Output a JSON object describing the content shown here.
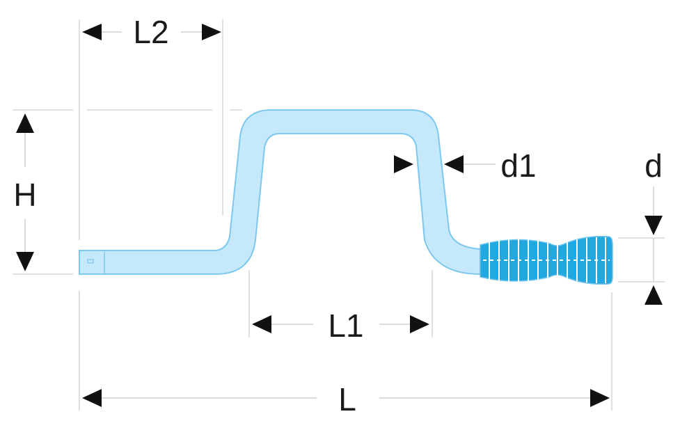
{
  "diagram": {
    "labels": {
      "L": "L",
      "L1": "L1",
      "L2": "L2",
      "H": "H",
      "d": "d",
      "d1": "d1"
    },
    "colors": {
      "shaft_fill": "#c5e9fa",
      "shaft_stroke": "#7cc8ee",
      "handle_fill": "#22a8e0",
      "handle_stripe": "#ffffff",
      "dimension_line": "#cfcfcf",
      "arrow": "#111111",
      "text": "#1a1a1a"
    }
  }
}
